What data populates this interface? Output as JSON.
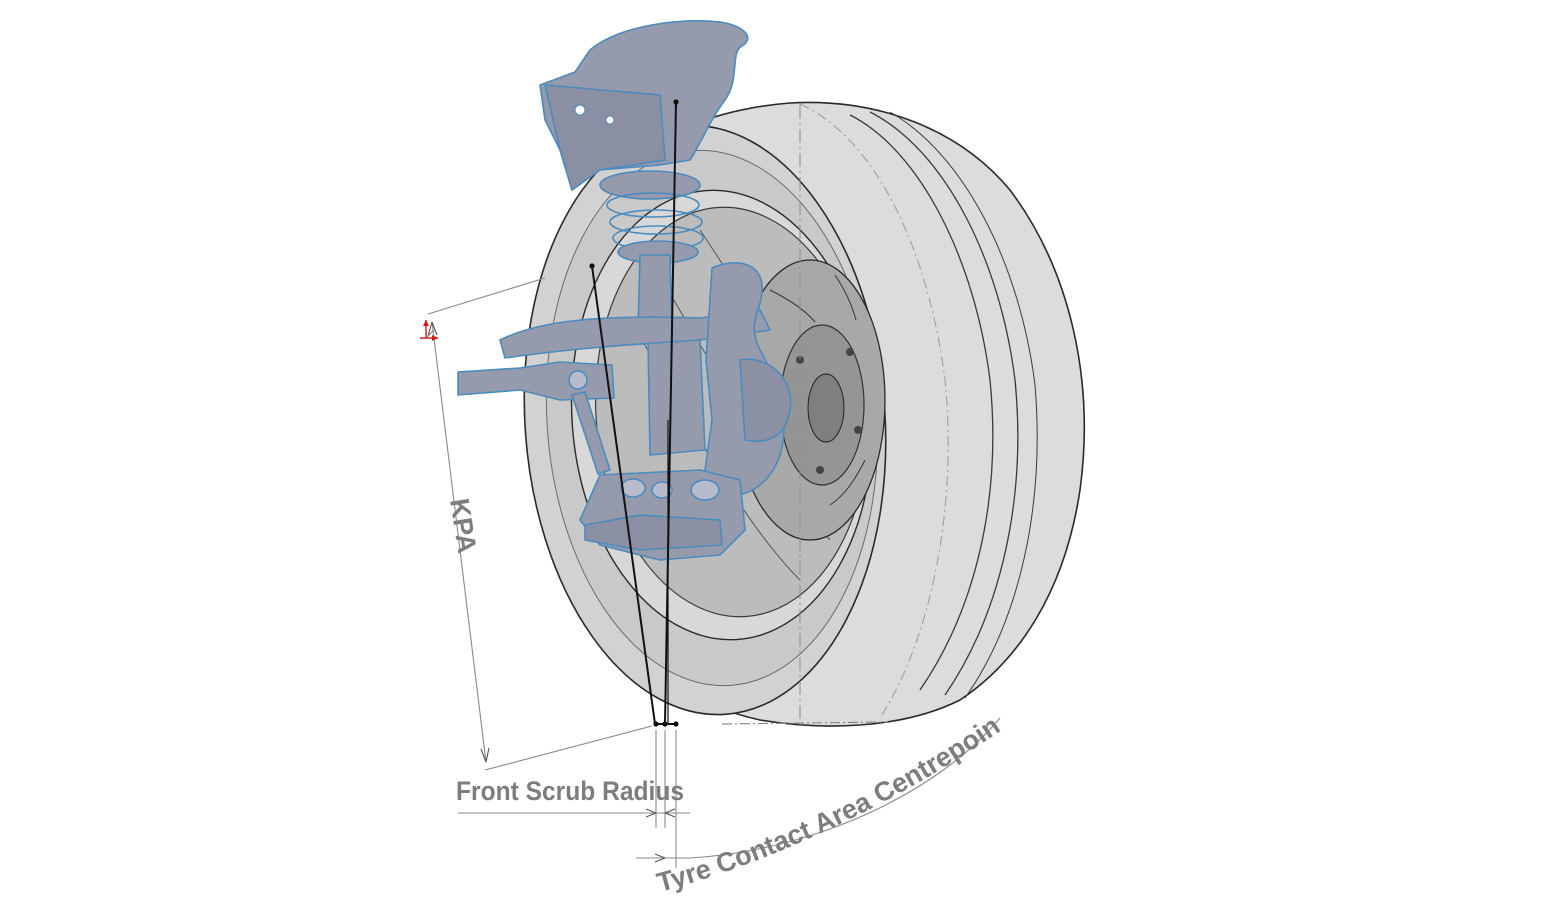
{
  "diagram": {
    "labels": {
      "kpa": "KPA",
      "front_scrub_radius": "Front Scrub Radius",
      "tyre_contact_centre": "Tyre Contact Area Centrepoint"
    },
    "colors": {
      "tyre_fill": "#d6d6d6",
      "tyre_dark": "#a9a9a9",
      "outline": "#2a2a2a",
      "suspension_fill": "#959aad",
      "suspension_edge": "#4b8bbd",
      "dimension_line": "#8a8a8a",
      "label_text": "#7d7d7d",
      "axis_marker": "#d11a1a"
    },
    "icons": [
      "axis-triad-icon"
    ]
  }
}
